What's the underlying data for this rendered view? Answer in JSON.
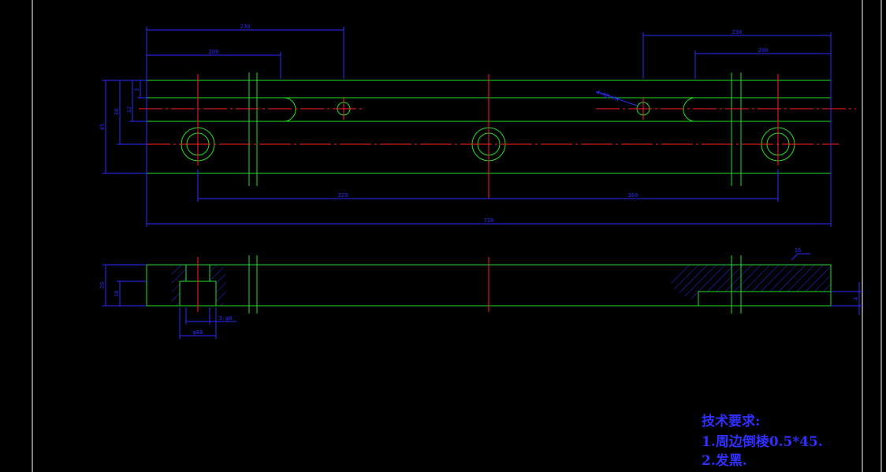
{
  "colors": {
    "background": "#000000",
    "outline": "#22dd22",
    "centerline": "#ff2020",
    "dimension": "#2b2bff",
    "hatch": "#2b2bff",
    "frame": "#ffffff",
    "holes": "#22dd22",
    "notes": "#2f2fff"
  },
  "top_view": {
    "dims": {
      "d_230_left": "230",
      "d_200_left": "200",
      "d_230_right": "230",
      "d_200_right": "200",
      "d_320": "320",
      "d_360": "360",
      "d_720": "720",
      "d_45": "45",
      "d_30": "30",
      "d_12": "12",
      "d_3": "3",
      "d_hole_note": "4-M8-7H"
    }
  },
  "front_view": {
    "dims": {
      "d_20": "20",
      "d_10": "10",
      "d_3_phi8": "3-φ8",
      "d_phi8": "φ88",
      "d_16": "16",
      "d_4": "4"
    }
  },
  "notes": {
    "title": "技术要求:",
    "line1": "1.周边倒棱0.5*45.",
    "line2": "2.发黑."
  }
}
